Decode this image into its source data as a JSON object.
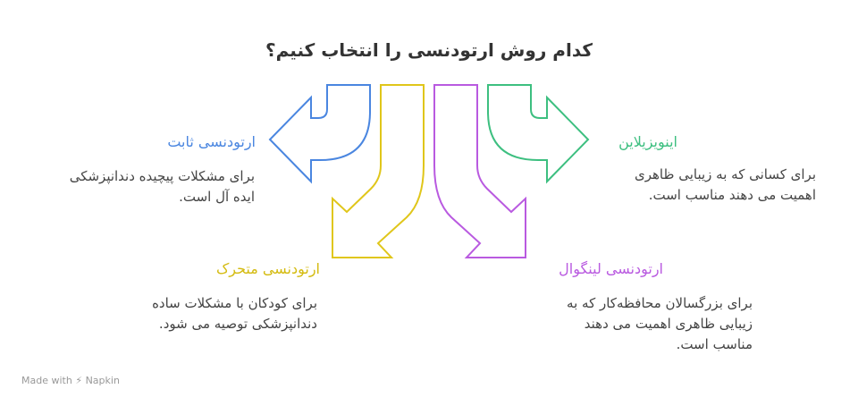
{
  "title": "کدام روش ارتودنسی را انتخاب کنیم؟",
  "colors": {
    "blue": "#4a86e0",
    "yellow": "#e0c61a",
    "purple": "#b95ae0",
    "green": "#3dbf80"
  },
  "options": [
    {
      "heading": "ارتودنسی ثابت",
      "lines": [
        "برای مشکلات پیچیده دندانپزشکی",
        "ایده آل است."
      ]
    },
    {
      "heading": "ارتودنسی متحرک",
      "lines": [
        "برای کودکان با مشکلات ساده",
        "دندانپزشکی توصیه می شود."
      ]
    },
    {
      "heading": "ارتودنسی لینگوال",
      "lines": [
        "برای بزرگسالان محافظه‌کار که به",
        "زیبایی ظاهری اهمیت می دهند",
        "مناسب است."
      ]
    },
    {
      "heading": "اینویزیلاین",
      "lines": [
        "برای کسانی که به زیبایی ظاهری",
        "اهمیت می دهند مناسب است."
      ]
    }
  ],
  "footer": {
    "made_with": "Made with",
    "brand": "Napkin"
  }
}
